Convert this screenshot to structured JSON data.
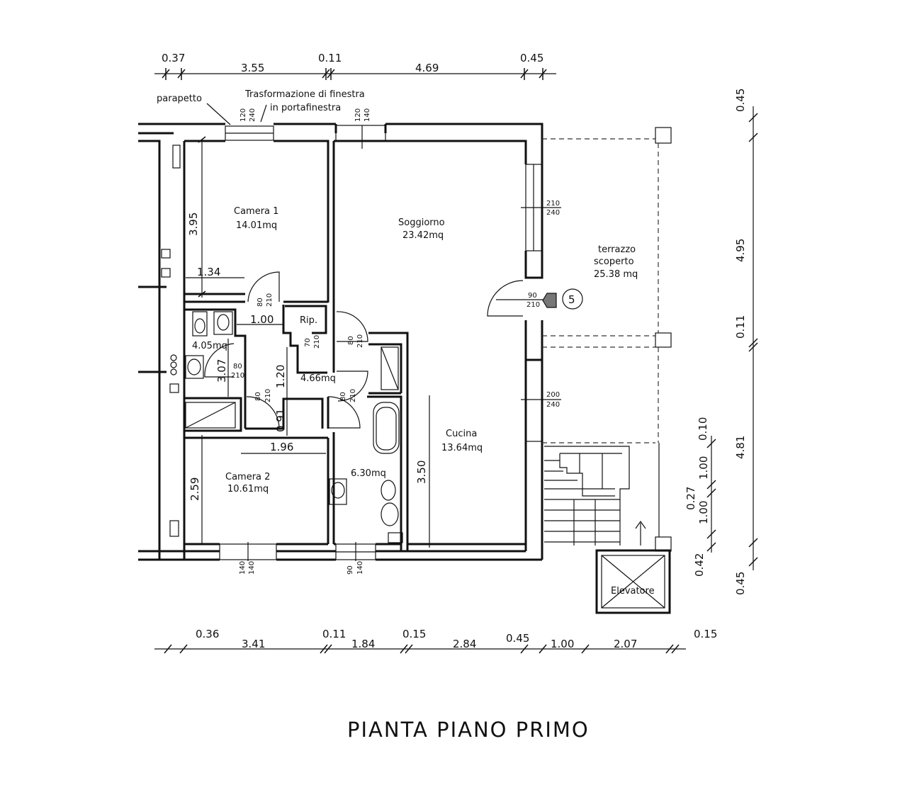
{
  "title": "PIANTA PIANO PRIMO",
  "top_dimensions": [
    "0.37",
    "3.55",
    "0.11",
    "4.69",
    "0.45"
  ],
  "bottom_dimensions": [
    "0.36",
    "3.41",
    "0.11",
    "1.84",
    "0.15",
    "2.84",
    "0.45",
    "1.00",
    "2.07",
    "0.15"
  ],
  "right_dimensions_outer": [
    "0.45",
    "4.95",
    "0.11",
    "4.81",
    "0.45"
  ],
  "right_dimensions_inner": [
    "0.10",
    "1.00",
    "0.27",
    "1.00",
    "0.42"
  ],
  "annotations": {
    "parapetto": "parapetto",
    "trasformazione_line1": "Trasformazione di finestra",
    "trasformazione_line2": "in portafinestra",
    "view_marker": "5"
  },
  "rooms": {
    "camera1": {
      "name": "Camera 1",
      "area": "14.01mq"
    },
    "soggiorno": {
      "name": "Soggiorno",
      "area": "23.42mq"
    },
    "terrazzo": {
      "name1": "terrazzo",
      "name2": "scoperto",
      "area": "25.38 mq"
    },
    "bagno1": {
      "area": "4.05mq"
    },
    "ripostiglio": {
      "name": "Rip."
    },
    "disimpegno": {
      "area": "4.66mq"
    },
    "cucina": {
      "name": "Cucina",
      "area": "13.64mq"
    },
    "camera2": {
      "name": "Camera 2",
      "area": "10.61mq"
    },
    "bagno2": {
      "area": "6.30mq"
    },
    "elevatore": {
      "name": "Elevatore"
    }
  },
  "interior_dimensions": {
    "camera1_height": "3.95",
    "camera1_width": "1.34",
    "hall_width": "1.00",
    "bagno1_height": "3.07",
    "hall_height": "1.20",
    "hall_small": "0.91",
    "camera2_width": "1.96",
    "camera2_height": "2.59",
    "cucina_height": "3.50"
  },
  "openings": {
    "w_parapetto_top": "120",
    "w_parapetto_bot": "240",
    "w_soggiorno_top": "120",
    "w_soggiorno_bot": "140",
    "w_terrace1_top": "210",
    "w_terrace1_bot": "240",
    "door_terrace_top": "90",
    "door_terrace_bot": "210",
    "w_terrace2_top": "200",
    "w_terrace2_bot": "240",
    "d_camera1_top": "80",
    "d_camera1_bot": "210",
    "d_rip_top": "70",
    "d_rip_bot": "210",
    "d_sogg_top": "80",
    "d_sogg_bot": "210",
    "d_bagno1_top": "80",
    "d_bagno1_bot": "210",
    "d_camera2_top": "80",
    "d_camera2_bot": "210",
    "d_bagno2_top": "80",
    "d_bagno2_bot": "210",
    "w_camera2_top": "140",
    "w_camera2_bot": "140",
    "w_bagno2_top": "90",
    "w_bagno2_bot": "140"
  }
}
